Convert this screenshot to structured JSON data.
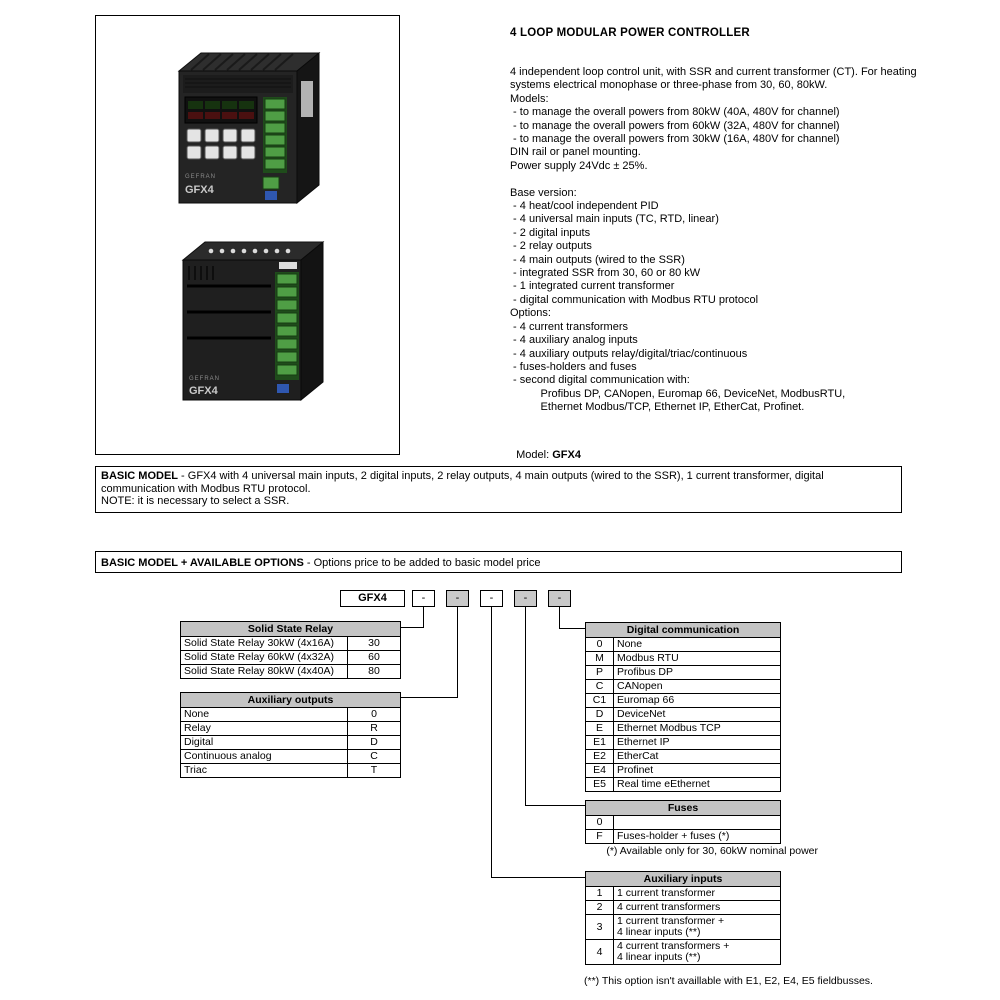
{
  "header": {
    "title": "4 LOOP MODULAR POWER CONTROLLER"
  },
  "description": {
    "lines": [
      "4 independent loop control unit, with SSR and current transformer (CT). For heating",
      "systems electrical monophase or three-phase from 30, 60, 80kW.",
      "Models:",
      " - to manage the overall powers from 80kW (40A, 480V for channel)",
      " - to manage the overall powers from 60kW (32A, 480V for channel)",
      " - to manage the overall powers from 30kW (16A, 480V for channel)",
      "DIN rail or panel mounting.",
      "Power supply 24Vdc ± 25%.",
      "",
      "Base version:",
      " - 4 heat/cool independent PID",
      " - 4 universal main inputs (TC, RTD, linear)",
      " - 2 digital inputs",
      " - 2 relay outputs",
      " - 4 main outputs (wired to the SSR)",
      " - integrated SSR from 30, 60 or 80 kW",
      " - 1 integrated current transformer",
      " - digital communication with Modbus RTU protocol",
      "Options:",
      " - 4 current transformers",
      " - 4 auxiliary analog inputs",
      " - 4 auxiliary outputs relay/digital/triac/continuous",
      " - fuses-holders and fuses",
      " - second digital communication with:",
      "          Profibus DP, CANopen, Euromap 66, DeviceNet, ModbusRTU,",
      "          Ethernet Modbus/TCP, Ethernet IP, EtherCat, Profinet."
    ]
  },
  "model": {
    "label": "Model: ",
    "name": "GFX4"
  },
  "basic_model": {
    "heading": "BASIC MODEL",
    "text": " - GFX4 with 4 universal main inputs, 2 digital inputs, 2 relay outputs, 4 main outputs (wired to the SSR), 1 current transformer, digital communication with Modbus RTU protocol.",
    "note": "NOTE: it is necessary to select a SSR."
  },
  "options_banner": {
    "heading": "BASIC MODEL + AVAILABLE OPTIONS",
    "text": " - Options price to be added to basic model price"
  },
  "order_code": {
    "model": "GFX4",
    "slots": [
      "-",
      "-",
      "-",
      "-",
      "-"
    ]
  },
  "tables": {
    "solid_state_relay": {
      "title": "Solid State Relay",
      "rows": [
        {
          "label": "Solid State Relay 30kW (4x16A)",
          "code": "30"
        },
        {
          "label": "Solid State Relay 60kW (4x32A)",
          "code": "60"
        },
        {
          "label": "Solid State Relay 80kW (4x40A)",
          "code": "80"
        }
      ]
    },
    "auxiliary_outputs": {
      "title": "Auxiliary outputs",
      "rows": [
        {
          "label": "None",
          "code": "0"
        },
        {
          "label": "Relay",
          "code": "R"
        },
        {
          "label": "Digital",
          "code": "D"
        },
        {
          "label": "Continuous analog",
          "code": "C"
        },
        {
          "label": "Triac",
          "code": "T"
        }
      ]
    },
    "digital_communication": {
      "title": "Digital communication",
      "rows": [
        {
          "code": "0",
          "label": "None"
        },
        {
          "code": "M",
          "label": "Modbus RTU"
        },
        {
          "code": "P",
          "label": "Profibus DP"
        },
        {
          "code": "C",
          "label": "CANopen"
        },
        {
          "code": "C1",
          "label": "Euromap 66"
        },
        {
          "code": "D",
          "label": "DeviceNet"
        },
        {
          "code": "E",
          "label": "Ethernet Modbus TCP"
        },
        {
          "code": "E1",
          "label": "Ethernet IP"
        },
        {
          "code": "E2",
          "label": "EtherCat"
        },
        {
          "code": "E4",
          "label": "Profinet"
        },
        {
          "code": "E5",
          "label": "Real time eEthernet"
        }
      ]
    },
    "fuses": {
      "title": "Fuses",
      "rows": [
        {
          "code": "0",
          "label": ""
        },
        {
          "code": "F",
          "label": "Fuses-holder + fuses (*)"
        }
      ],
      "note": "(*) Available only for 30, 60kW nominal power"
    },
    "auxiliary_inputs": {
      "title": "Auxiliary inputs",
      "rows": [
        {
          "code": "1",
          "label": "1 current transformer"
        },
        {
          "code": "2",
          "label": "4 current transformers"
        },
        {
          "code": "3",
          "label": "1 current transformer +\n4 linear inputs (**)"
        },
        {
          "code": "4",
          "label": "4 current transformers +\n4 linear inputs (**)"
        }
      ],
      "note": "(**) This option isn't availlable with E1, E2, E4, E5 fieldbusses."
    }
  },
  "images": {
    "brand": "GEFRAN",
    "model": "GFX4"
  }
}
